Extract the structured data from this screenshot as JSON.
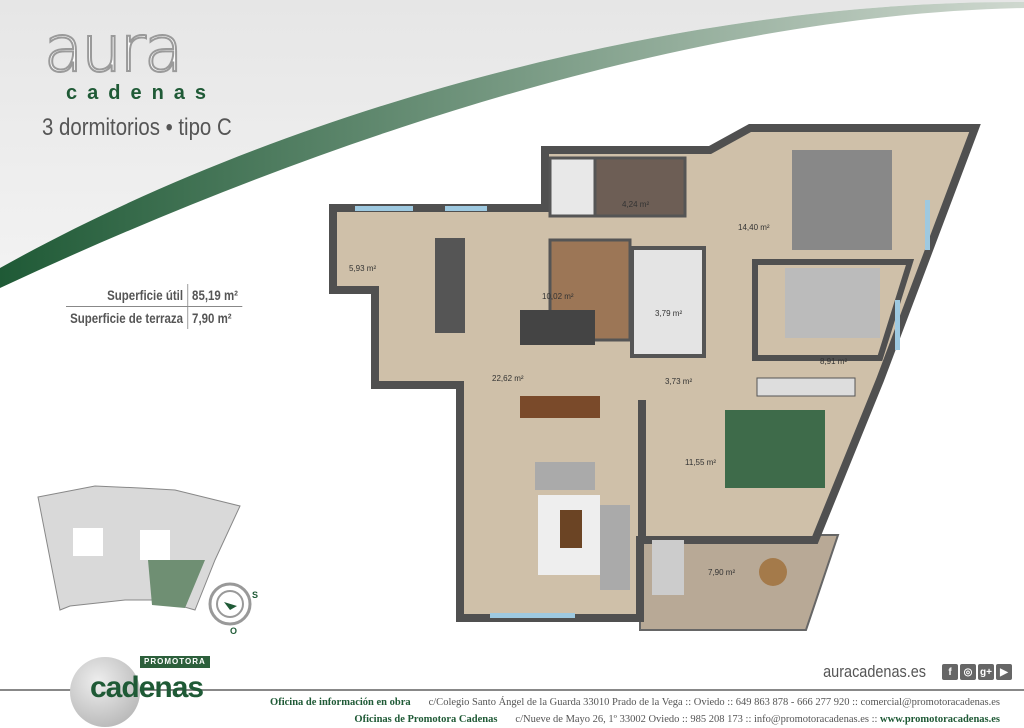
{
  "brand": {
    "logo_main": "aura",
    "logo_sub": "cadenas",
    "accent": "#1f5a36"
  },
  "title": "3 dormitorios • tipo C",
  "surfaces": [
    {
      "label": "Superficie útil",
      "value": "85,19 m²"
    },
    {
      "label": "Superficie de terraza",
      "value": "7,90 m²"
    }
  ],
  "rooms": [
    {
      "area": "4,24 m²"
    },
    {
      "area": "14,40 m²"
    },
    {
      "area": "5,93 m²"
    },
    {
      "area": "10,02 m²"
    },
    {
      "area": "3,79 m²"
    },
    {
      "area": "8,91 m²"
    },
    {
      "area": "22,62 m²"
    },
    {
      "area": "3,73 m²"
    },
    {
      "area": "11,55 m²"
    },
    {
      "area": "7,90 m²"
    }
  ],
  "compass": {
    "labels": [
      "S",
      "O"
    ]
  },
  "footer": {
    "promoter_tag": "PROMOTORA",
    "promoter_name": "cadenas",
    "website": "auracadenas.es",
    "social": [
      "f",
      "◎",
      "g+",
      "▶"
    ],
    "line1_label": "Oficina de información en obra",
    "line1_text": "c/Colegio Santo Ángel de la Guarda 33010 Prado de la Vega :: Oviedo :: 649 863 878 - 666 277 920 :: comercial@promotoracadenas.es",
    "line2_label": "Oficinas de Promotora Cadenas",
    "line2_text": "c/Nueve de Mayo 26, 1º 33002 Oviedo :: 985 208 173 :: info@promotoracadenas.es :: ",
    "line2_web": "www.promotoracadenas.es"
  }
}
